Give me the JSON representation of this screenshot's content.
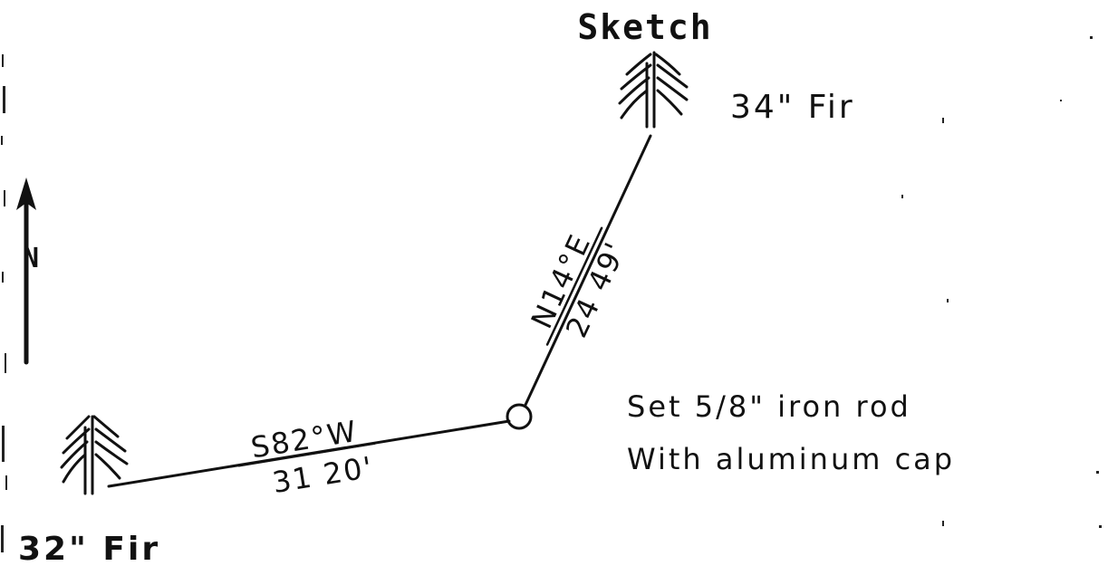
{
  "title": "Sketch",
  "north_label": "N",
  "trees": {
    "top": {
      "label": "34\" Fir"
    },
    "bottom": {
      "label": "32\" Fir"
    }
  },
  "legs": {
    "leg_to_bottom_tree": {
      "bearing": "S82°W",
      "distance": "31 20'"
    },
    "leg_to_top_tree": {
      "bearing": "N14°E",
      "distance": "24 49'"
    }
  },
  "monument": {
    "note_line1": "Set 5/8\" iron rod",
    "note_line2": "With aluminum cap"
  }
}
